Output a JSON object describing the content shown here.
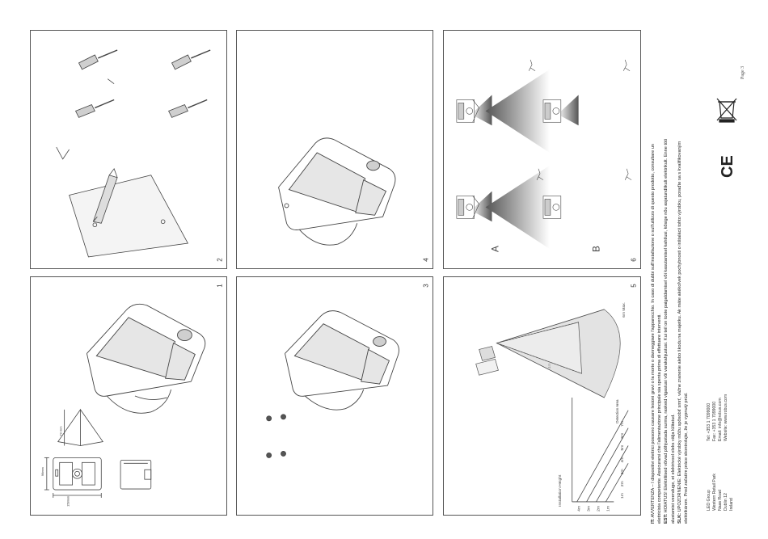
{
  "panels": {
    "p1": {
      "number": "1",
      "dim_a": "158mm",
      "dim_b": "96mm",
      "dim_c": "79 mm"
    },
    "p2": {
      "number": "2"
    },
    "p3": {
      "number": "3"
    },
    "p4": {
      "number": "4"
    },
    "p5": {
      "number": "5",
      "max_label": "6m Max.",
      "cone_label": "4m",
      "chart_title": "Installation Height",
      "detection_area": "Detection Area",
      "heights": [
        "4m",
        "3m",
        "2m",
        "1m"
      ],
      "distances": [
        "1m",
        "2m",
        "3m",
        "4m",
        "5m",
        "6m",
        "7m"
      ]
    },
    "p6": {
      "number": "6",
      "row_a": "A",
      "row_b": "B"
    }
  },
  "warnings": {
    "it_code": "IT:",
    "it_text": " AVVERTENZA – I dispositivi elettrici possono causare lesioni gravi o la morte o danneggiare l'apparecchio. In caso di dubbi sull'installazione o sull'utilizzo di questo prodotto, consultare un",
    "it_text2": "elettricista competente. Assicurarsi che l'alimentazione principale sia spenta prima di effettuare interventi.",
    "est_code": "EST:",
    "est_text": " HOIATUS! Elektriliised võivad põhjustada surma, raskeid vigastusi või varakahjustusi. Kui teil on toote paigaldamisel või kasutamisel kahtlusi, kõsige nõu asjatundlikult elektrikult. Enne töö",
    "est_text2": "alustamist veenduge, et elektrivool oleks välja lülitatud.",
    "slk_code": "SLK:",
    "slk_text": " UPOZORNENIE: Elektrické výrobky môžu spôsobiť smrť, vážne zranenie alebo škodu na majetku. Ak máte akékoľvek pochybnosti o inštalácii tohto výrobku, poraďte sa s kvalifikovaným",
    "slk_text2": "elektrikárom. Pred začatím práce skontrolujte, že je vypnutý prúd."
  },
  "contact": {
    "company": [
      "LED Group",
      "Western Retail Park",
      "Naas Road",
      "Dublin 12",
      "Ireland"
    ],
    "details": [
      "Tel: +353 1 7099000",
      "Fax: +353 1 7099000",
      "Email: info@robus.com",
      "Website: www.robus.com"
    ]
  },
  "marks": {
    "ce": "CE"
  },
  "page": {
    "label": "Page 3"
  }
}
